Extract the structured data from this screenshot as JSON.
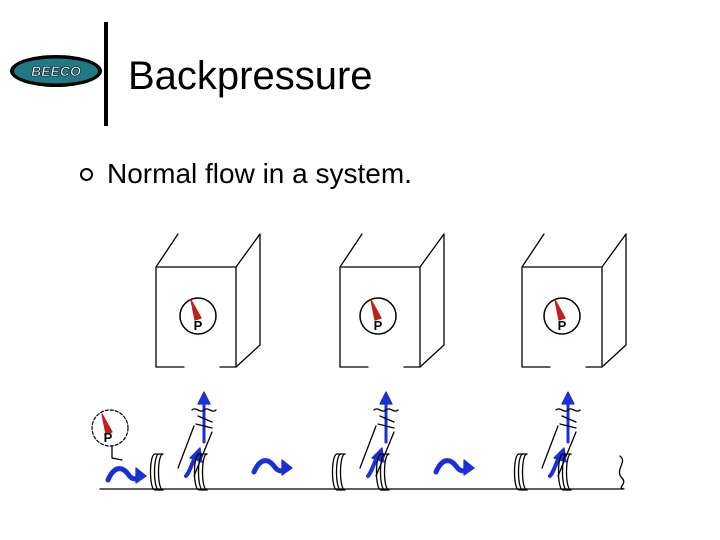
{
  "logo": {
    "text": "BEECO",
    "color": "#1f7a85"
  },
  "slide": {
    "title": "Backpressure",
    "bullet": "Normal flow in a system."
  },
  "diagram": {
    "gauge_label": "P",
    "colors": {
      "arrow": "#1a2fd6",
      "needle": "#c0201c",
      "line": "#000000"
    },
    "gauge_count": 4,
    "tank_count": 3,
    "flow_arrow_count": 3
  }
}
